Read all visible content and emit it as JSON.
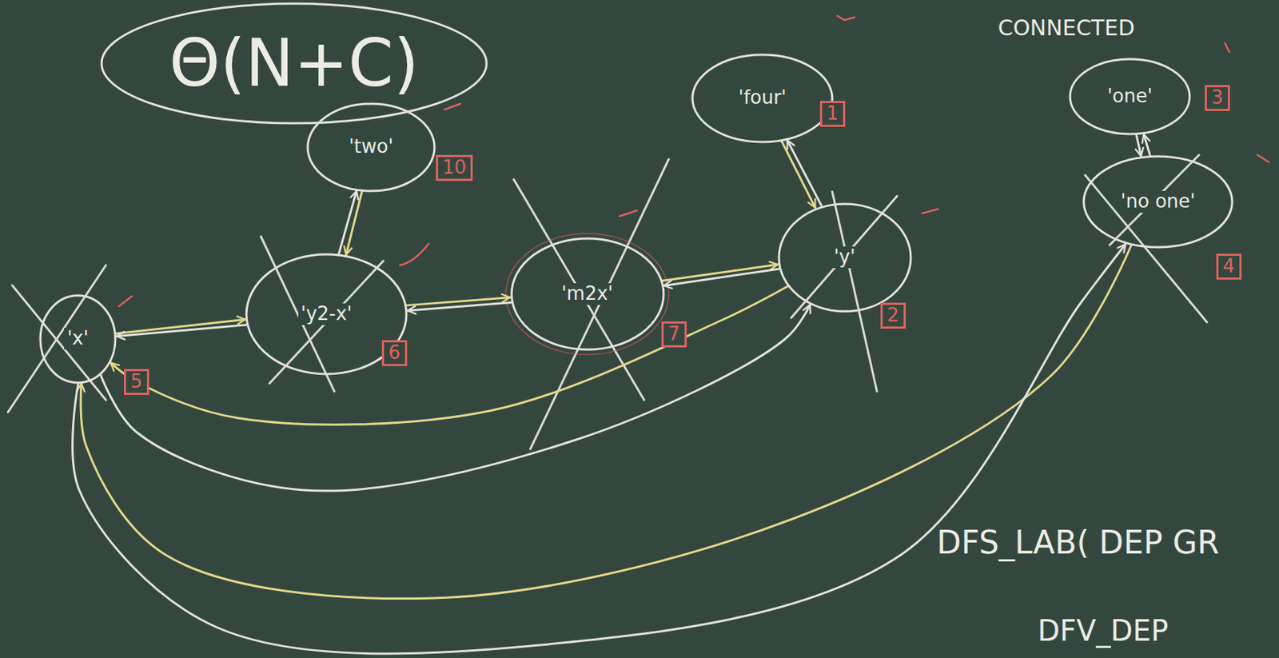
{
  "diagram": {
    "nodes": [
      {
        "text": [
          "Θ(N+C)"
        ]
      },
      {
        "text": [
          "'two'"
        ]
      },
      {
        "text": [
          "'four'"
        ]
      },
      {
        "text": [
          "'one'"
        ]
      },
      {
        "text": [
          "'no one'"
        ]
      },
      {
        "text": [
          "'x'"
        ]
      },
      {
        "text": [
          "'y2-x'"
        ]
      },
      {
        "text": [
          "'m2x'"
        ]
      },
      {
        "text": [
          "'y'"
        ]
      }
    ],
    "edges": [
      {
        "from": 5,
        "to": 6,
        "arrow": "to"
      },
      {
        "from": 6,
        "to": 5,
        "arrow": "to"
      },
      {
        "from": 1,
        "to": 6,
        "arrow": "to"
      },
      {
        "from": 6,
        "to": 1,
        "arrow": "to"
      },
      {
        "from": 6,
        "to": 7,
        "arrow": "to"
      },
      {
        "from": 7,
        "to": 6,
        "arrow": "to"
      },
      {
        "from": 7,
        "to": 8,
        "arrow": "to"
      },
      {
        "from": 8,
        "to": 7,
        "arrow": "to"
      },
      {
        "from": 2,
        "to": 8,
        "arrow": "to"
      },
      {
        "from": 8,
        "to": 2,
        "arrow": "to"
      },
      {
        "from": 3,
        "to": 4,
        "arrow": "to"
      },
      {
        "from": 4,
        "to": 3,
        "arrow": "to"
      },
      {
        "from": 8,
        "to": 5,
        "arrow": "to"
      },
      {
        "from": 5,
        "to": 8,
        "arrow": "to"
      },
      {
        "from": 4,
        "to": 5,
        "arrow": "to"
      },
      {
        "from": 5,
        "to": 4,
        "arrow": "to"
      }
    ],
    "labels": [
      "CONNECTED",
      "10",
      "1",
      "3",
      "4",
      "6",
      "5",
      "7",
      "2",
      "DFS_LAB( DEP GR",
      "DFV_DEP"
    ]
  }
}
